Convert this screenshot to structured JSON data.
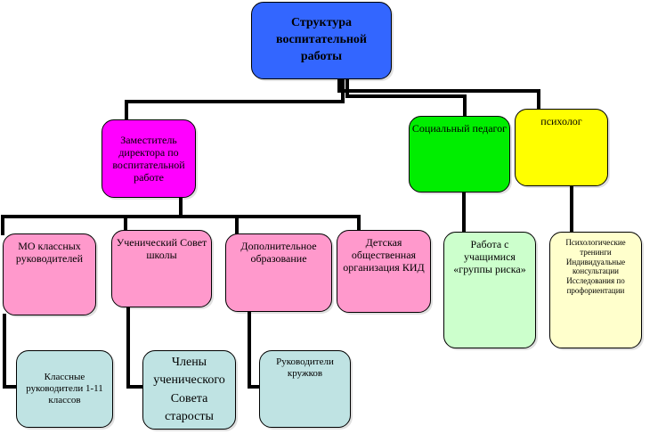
{
  "colors": {
    "root": "#3366ff",
    "deputy": "#ff00ff",
    "pink": "#ff99cc",
    "green": "#00ee00",
    "light_green": "#ccffcc",
    "yellow": "#ffff00",
    "light_yellow": "#ffffcc",
    "light_blue": "#bfe3e3",
    "line": "#000000"
  },
  "nodes": {
    "root": "Структура воспитательной работы",
    "deputy": "Заместитель директора по воспитательной работе",
    "social_pedagogue": "Социальный педагог",
    "psychologist": "психолог",
    "mo_class": "МО классных руководителей",
    "student_council": "Ученический Совет школы",
    "additional_edu": "Дополнительное образование",
    "kid_org": "Детская общественная организация КИД",
    "risk_group": "Работа с учащимися «группы риска»",
    "psych_activities": "Психологические тренинги Индивидуальные консультации Исследования по профориентации",
    "class_teachers": "Классные руководители 1-11 классов",
    "council_members": "Члены ученического Совета старосты",
    "club_leaders": "Руководители кружков"
  }
}
